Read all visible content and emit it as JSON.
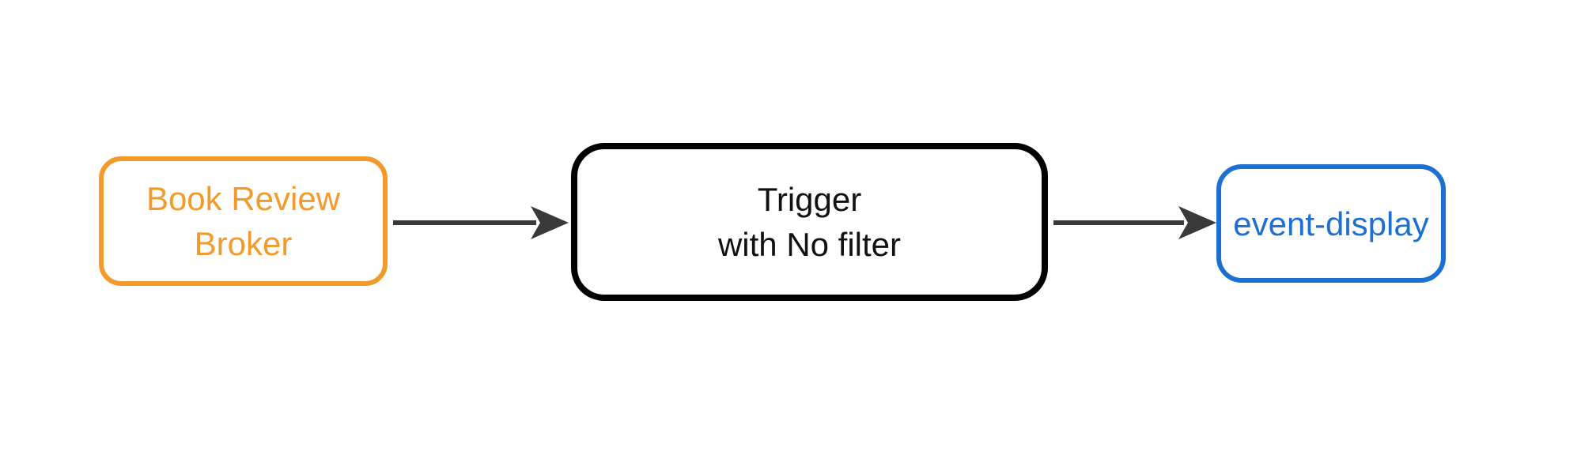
{
  "diagram": {
    "type": "flow",
    "direction": "left-to-right",
    "background": "#FFFFFF",
    "arrow_color": "#3A3A3A",
    "nodes": [
      {
        "id": "book-review-broker",
        "label": "Book Review Broker",
        "line1": "Book Review",
        "line2": "Broker",
        "border_color": "#F39A2B",
        "text_color": "#F39A2B",
        "fill": "#FFFFFF"
      },
      {
        "id": "trigger",
        "label": "Trigger with No filter",
        "line1": "Trigger",
        "line2": "with No filter",
        "border_color": "#000000",
        "text_color": "#111111",
        "fill": "#FFFFFF"
      },
      {
        "id": "event-display",
        "label": "event-display",
        "line1": "event-display",
        "border_color": "#1B70D2",
        "text_color": "#1B70D2",
        "fill": "#FFFFFF"
      }
    ],
    "edges": [
      {
        "from": "Book Review Broker",
        "to": "Trigger with No filter"
      },
      {
        "from": "Trigger with No filter",
        "to": "event-display"
      }
    ]
  }
}
